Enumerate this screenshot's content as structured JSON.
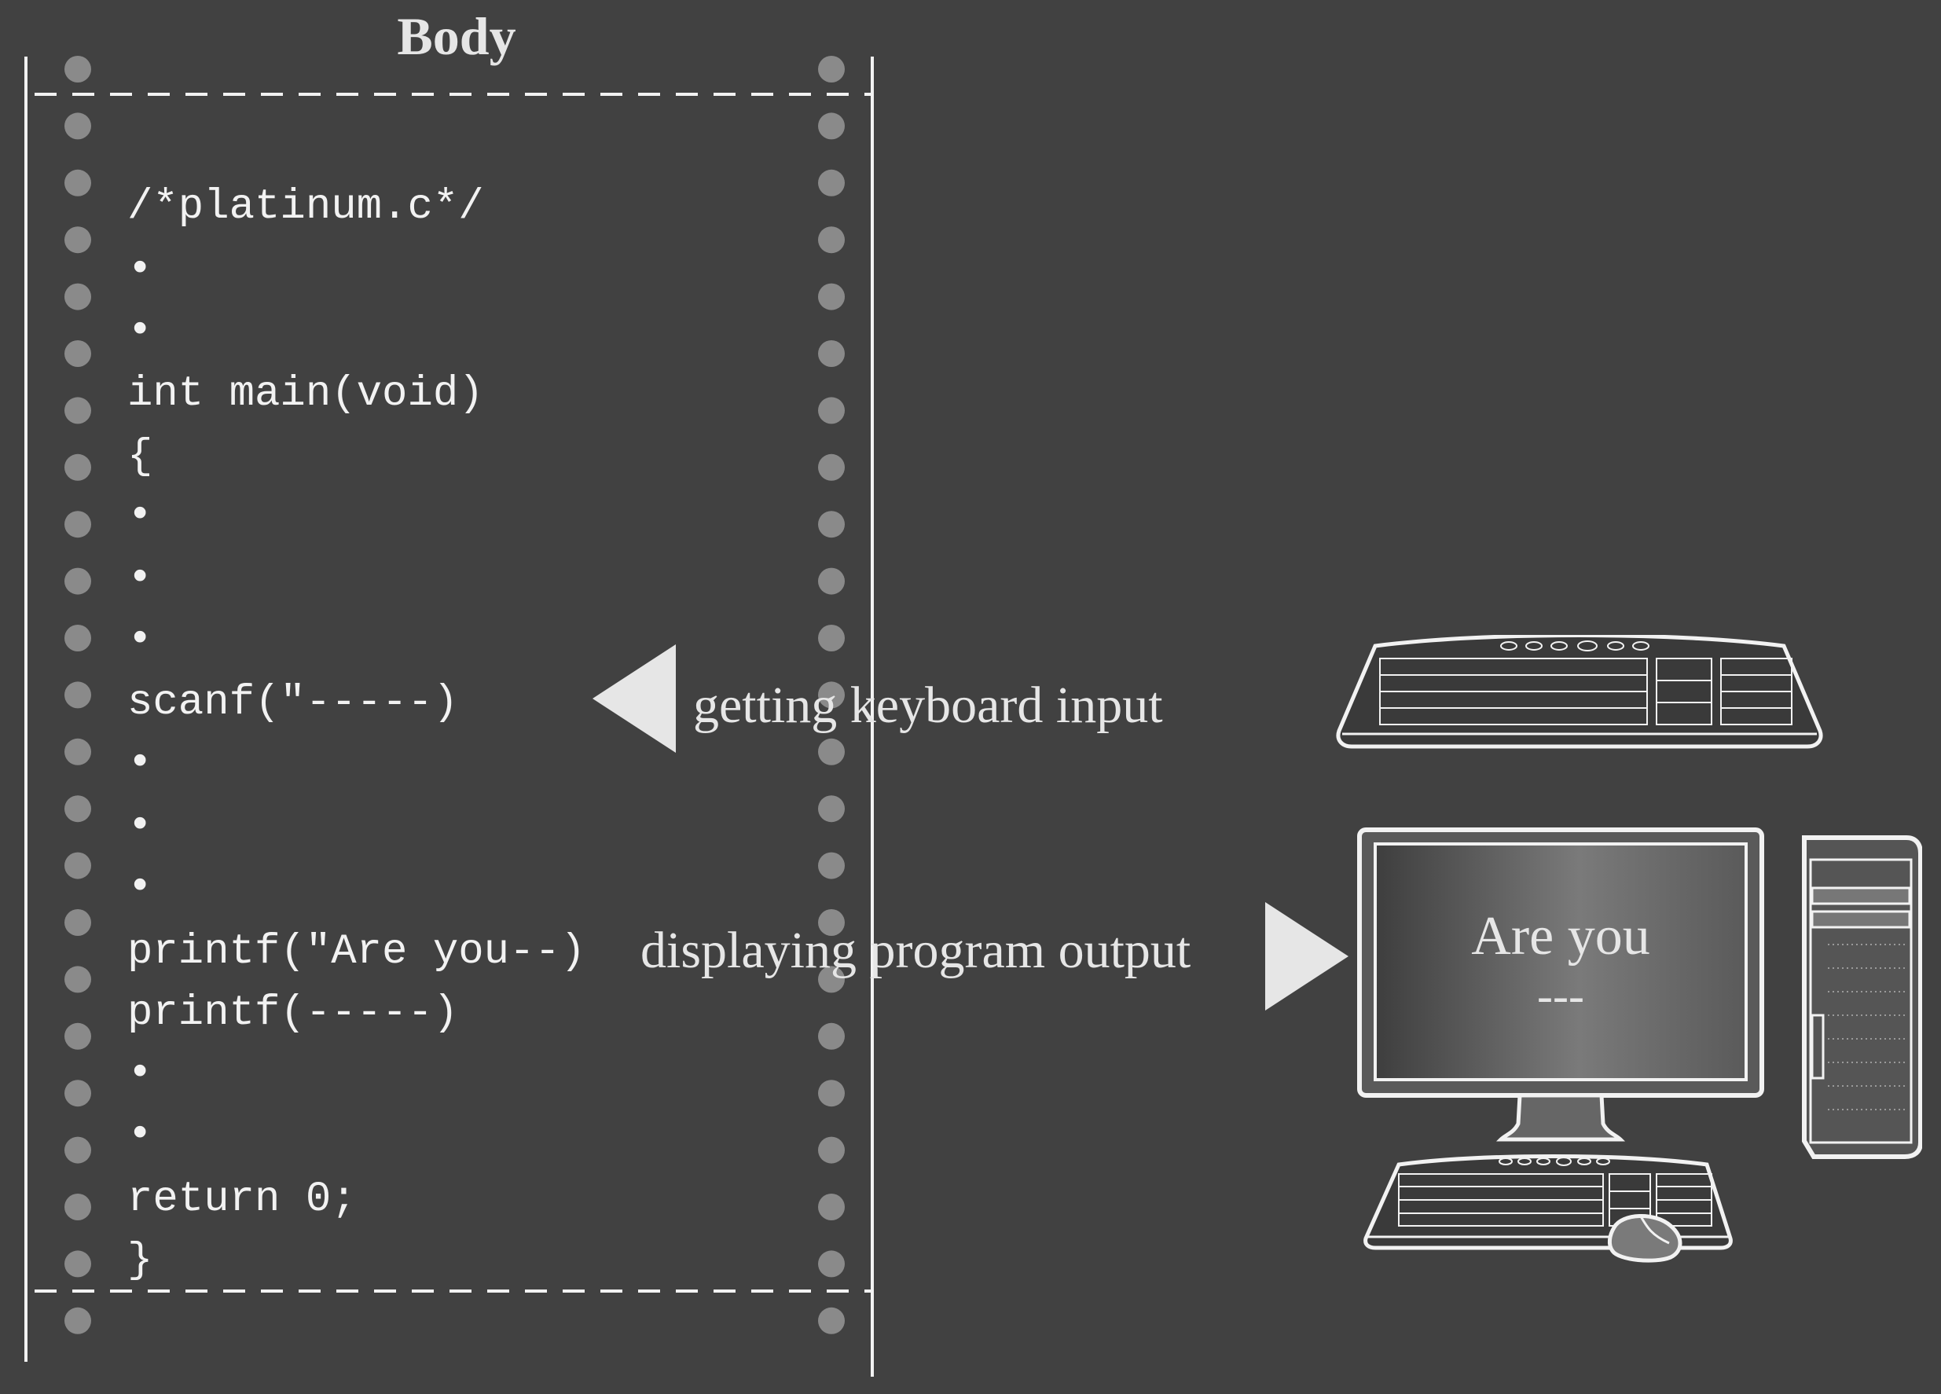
{
  "title": "Body",
  "code": {
    "file_comment": "/*platinum.c*/",
    "main_signature": "int main(void)",
    "open_brace": "{",
    "scanf_line": "scanf(\"-----)",
    "printf_line_1": "printf(\"Are you--)",
    "printf_line_2": "printf(-----)",
    "return_line": "return 0;",
    "close_brace": "}",
    "ellipsis_dot": "•"
  },
  "labels": {
    "input": "getting keyboard input",
    "output": "displaying program output"
  },
  "screen": {
    "line1": "Are you",
    "line2": "---"
  },
  "icons": [
    "keyboard-icon",
    "computer-icon",
    "monitor-icon",
    "tower-icon",
    "mouse-icon",
    "arrow-left-icon",
    "arrow-right-icon"
  ],
  "colors": {
    "background": "#414141",
    "foreground": "#f2f2f2",
    "sprocket": "#8a8a8a",
    "arrow": "#e6e6e6"
  }
}
